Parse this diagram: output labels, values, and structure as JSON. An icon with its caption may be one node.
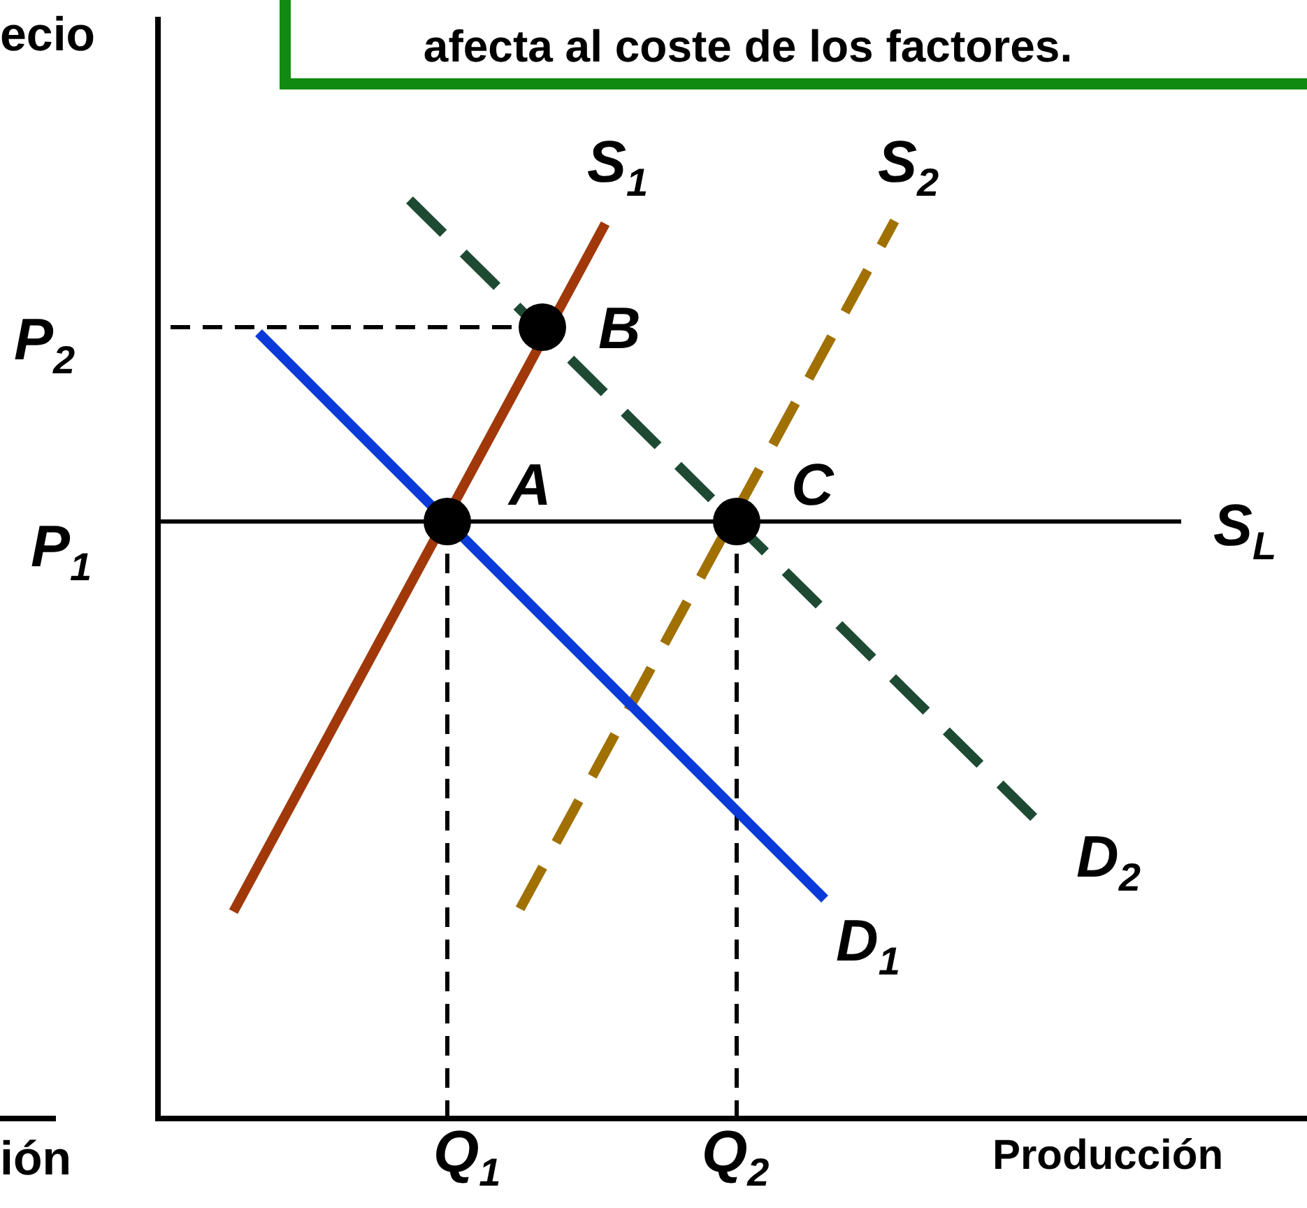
{
  "diagram": {
    "nodes": [
      {
        "text": [
          "afecta al coste de los factores."
        ]
      }
    ],
    "labels": [
      "ecio",
      "S$_{1}$",
      "S$_{2}$",
      "P$_{2}$",
      "B",
      "A",
      "C",
      "P$_{1}$",
      "S$_{L}$",
      "D$_{2}$",
      "D$_{1}$",
      "ión",
      "Q$_{1}$",
      "Q$_{2}$",
      "Producción"
    ]
  }
}
